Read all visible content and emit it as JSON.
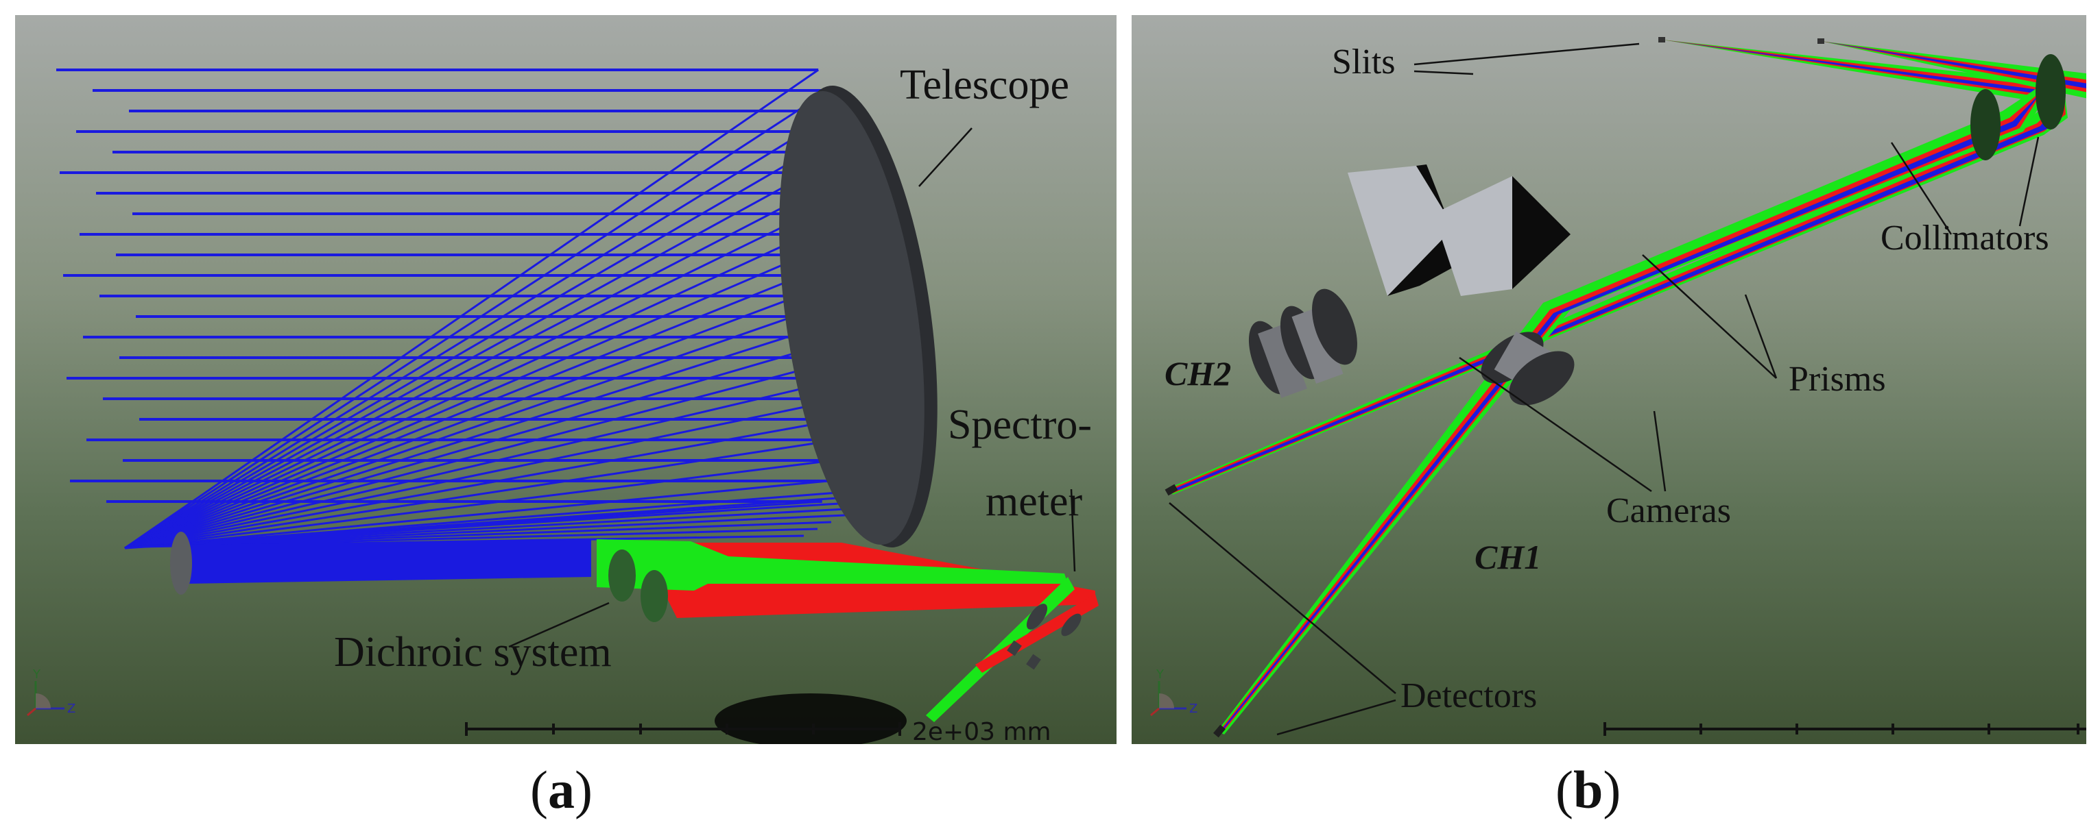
{
  "panel_a": {
    "caption": "a",
    "labels": {
      "telescope": "Telescope",
      "spectrometer_line1": "Spectro-",
      "spectrometer_line2": "meter",
      "dichroic": "Dichroic system"
    },
    "scale_text": "2e+03 mm",
    "axis": {
      "y": "Y",
      "z": "Z"
    }
  },
  "panel_b": {
    "caption": "b",
    "labels": {
      "slits": "Slits",
      "collimators": "Collimators",
      "prisms": "Prisms",
      "ch2": "CH2",
      "ch1": "CH1",
      "cameras": "Cameras",
      "detectors": "Detectors"
    },
    "axis": {
      "y": "Y",
      "z": "Z"
    }
  },
  "colors": {
    "blue_ray": "#1a1adf",
    "green_ray": "#19e619",
    "red_ray": "#ee1a1a",
    "optic_dark": "#3a3d40",
    "prism_light": "#b9bcc2"
  }
}
